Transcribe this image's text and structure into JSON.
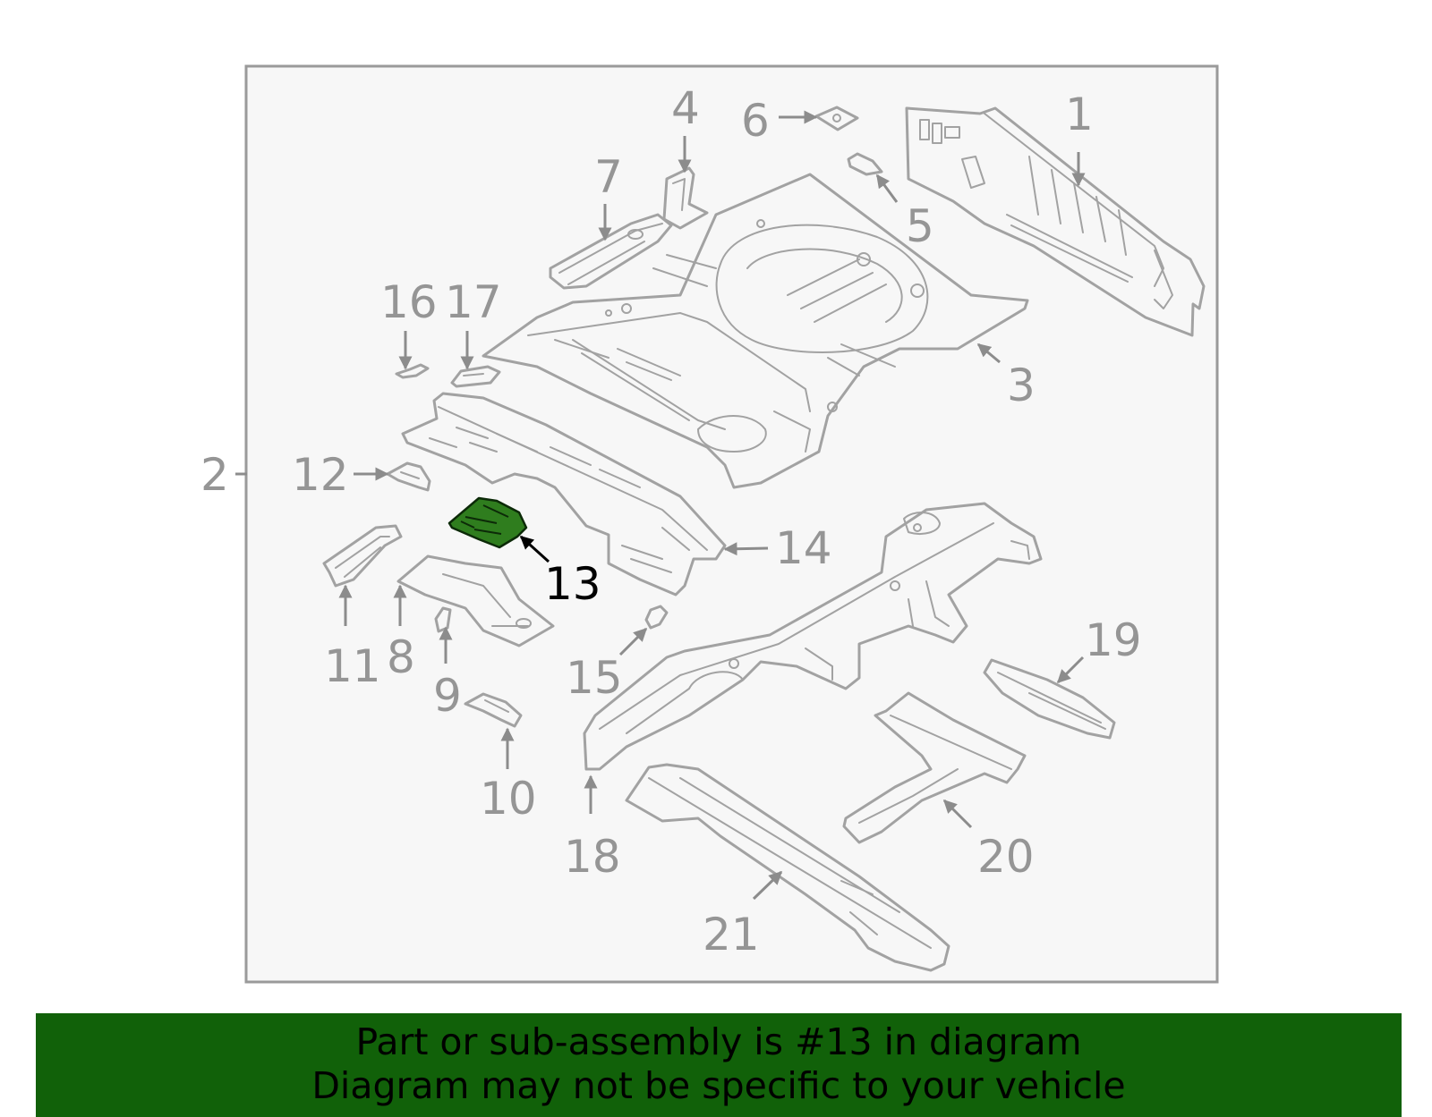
{
  "diagram": {
    "highlighted_part": "13",
    "callouts": [
      "1",
      "2",
      "3",
      "4",
      "5",
      "6",
      "7",
      "8",
      "9",
      "10",
      "11",
      "12",
      "13",
      "14",
      "15",
      "16",
      "17",
      "18",
      "19",
      "20",
      "21"
    ],
    "colors": {
      "highlight": "#2f7d1e",
      "banner": "#116109",
      "line": "#a2a2a2",
      "frame_bg": "#f7f7f7"
    }
  },
  "banner": {
    "line1": "Part or sub-assembly is #13 in diagram",
    "line2": "Diagram may not be specific to your vehicle"
  }
}
